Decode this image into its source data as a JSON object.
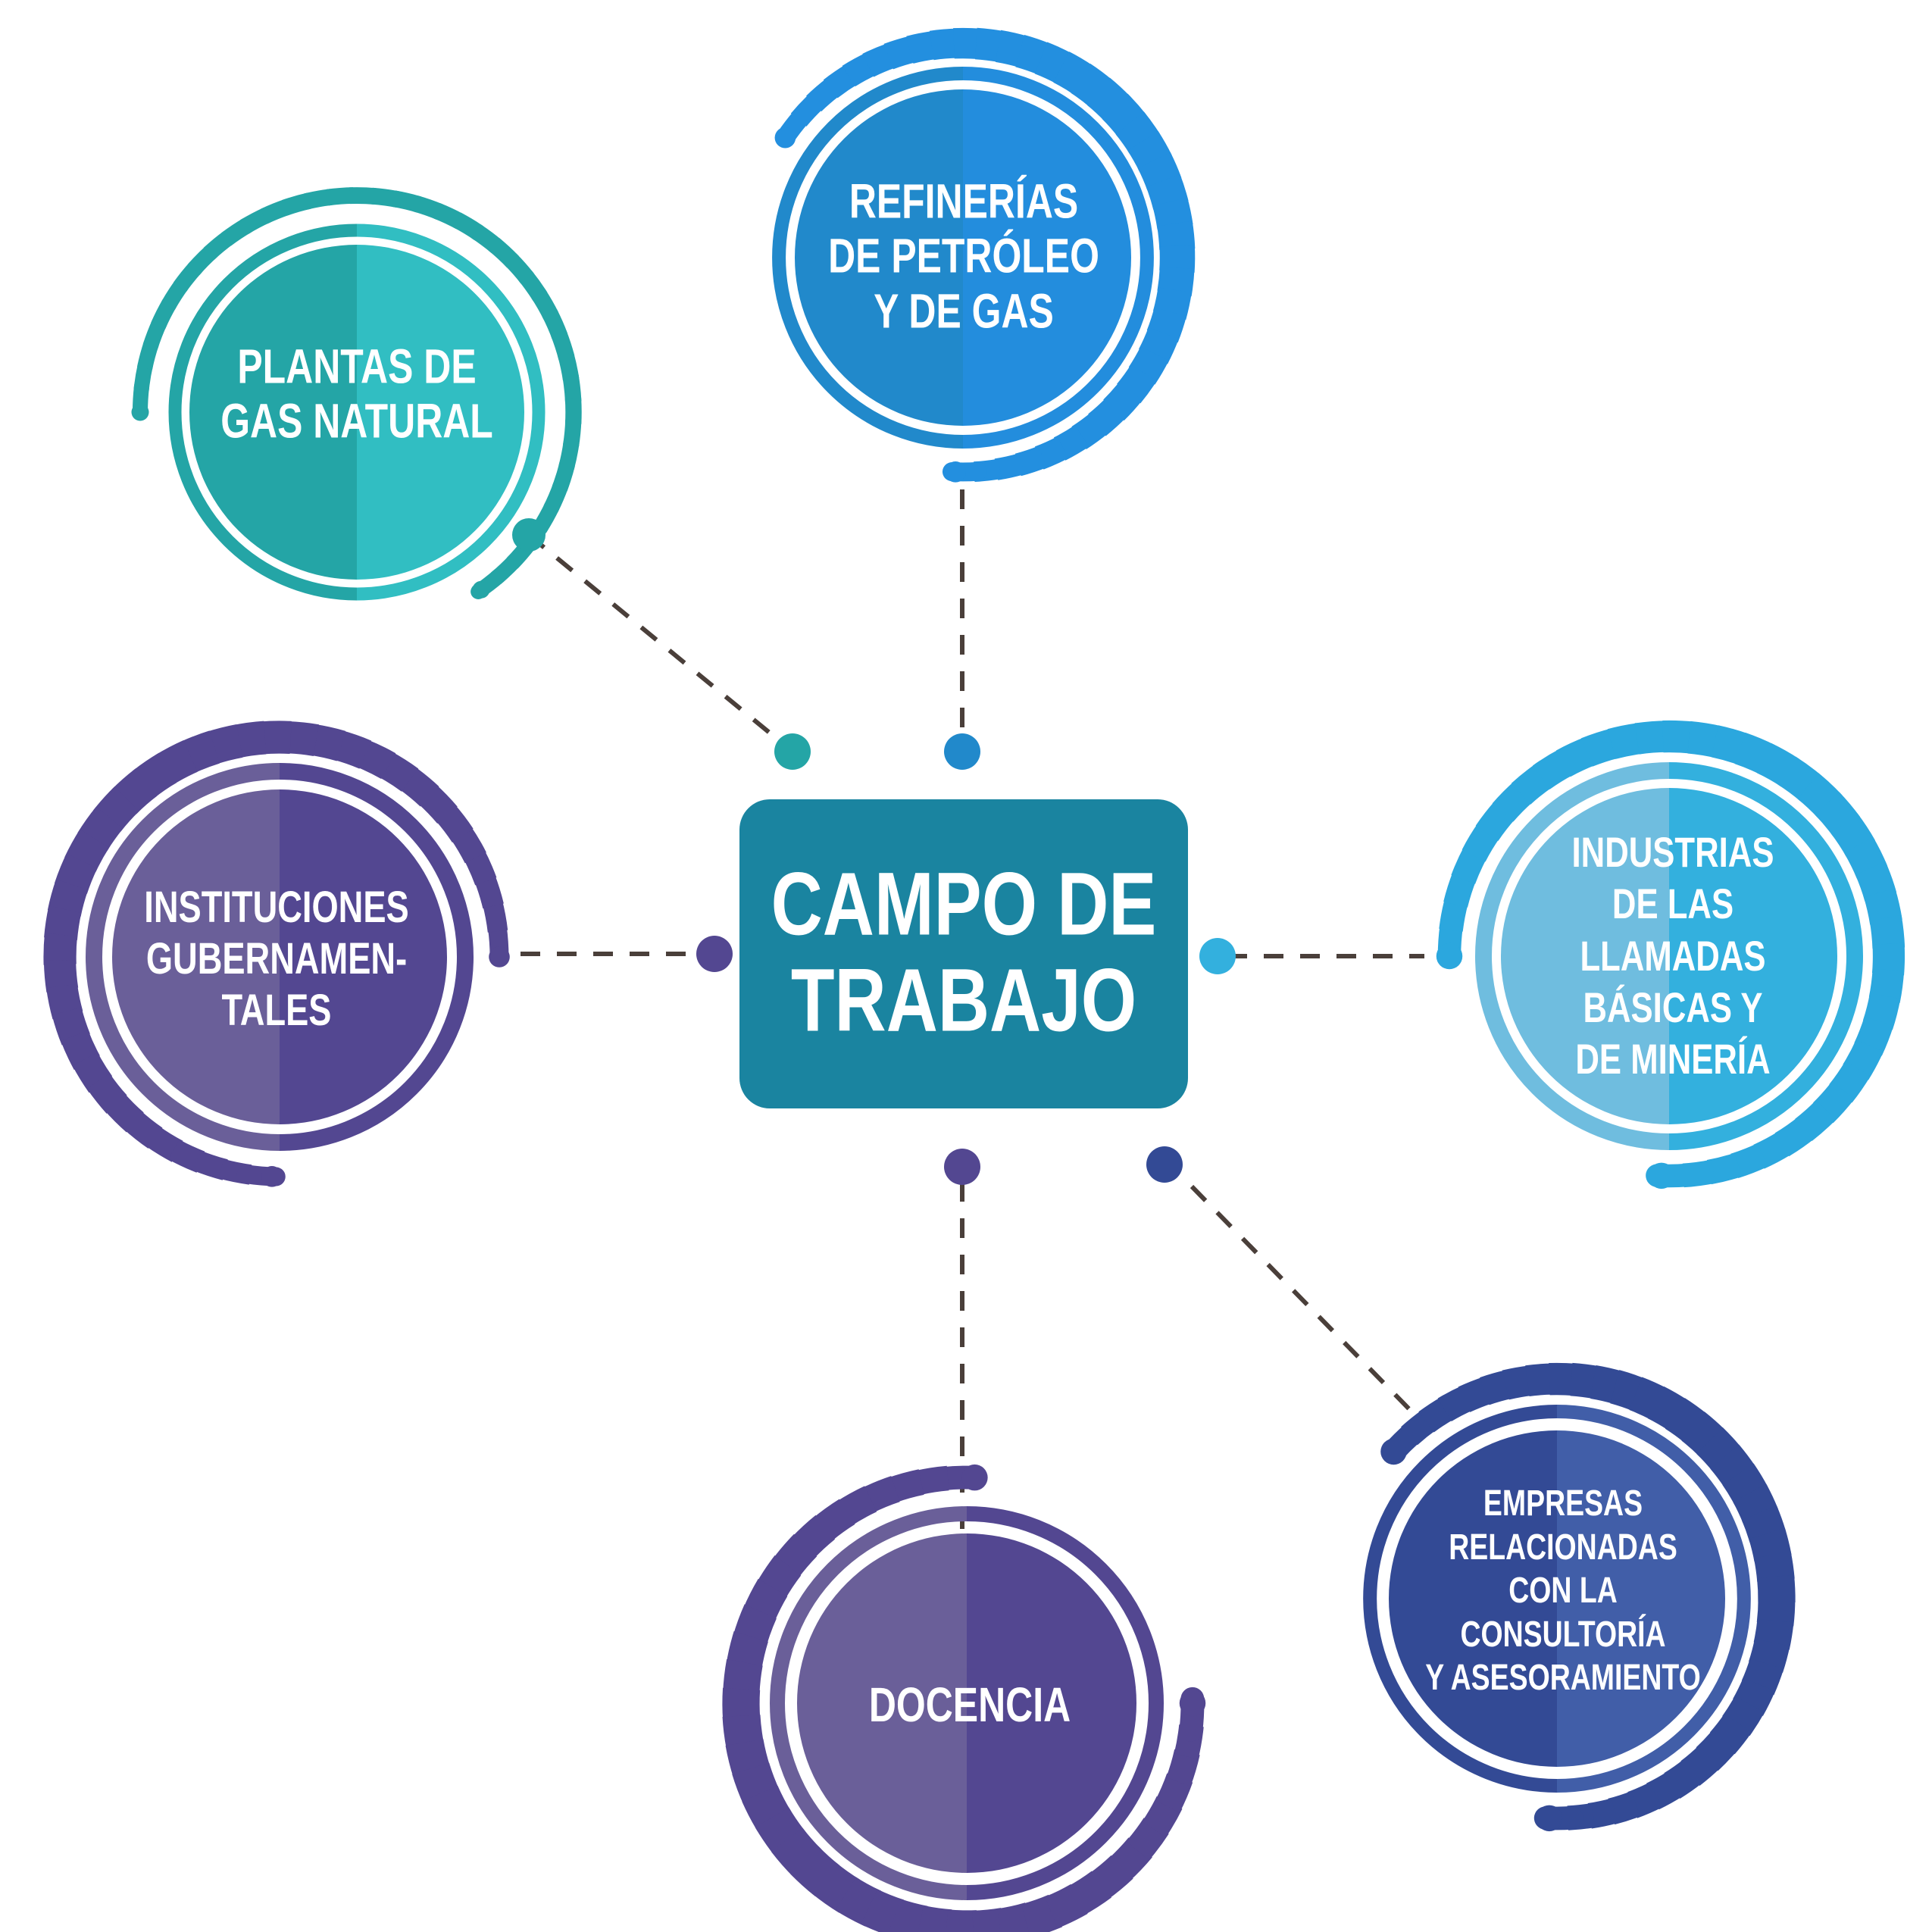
{
  "center": {
    "lines": [
      "CAMPO DE",
      "TRABAJO"
    ],
    "color": "#1a84a0"
  },
  "nodes": [
    {
      "id": "plantas",
      "lines": [
        "PLANTAS DE",
        "GAS NATURAL"
      ],
      "color_dark": "#24a5a6",
      "color_light": "#31bec2",
      "ring_color": "#24a5a6"
    },
    {
      "id": "refinerias",
      "lines": [
        "REFINERÍAS",
        "DE PETRÓLEO",
        "Y DE GAS"
      ],
      "color_dark": "#238ddd",
      "color_light": "#2189cb",
      "ring_color": "#238fdf"
    },
    {
      "id": "instituciones",
      "lines": [
        "INSTITUCIONES",
        "GUBERNAMEN-",
        "TALES"
      ],
      "color_dark": "#534791",
      "color_light": "#6a5f99",
      "ring_color": "#534791"
    },
    {
      "id": "industrias",
      "lines": [
        "INDUSTRIAS",
        "DE LAS",
        "LLAMADAS",
        "BÁSICAS Y",
        "DE MINERÍA"
      ],
      "color_dark": "#33b0de",
      "color_light": "#6fbddf",
      "ring_color": "#2ba7de"
    },
    {
      "id": "docencia",
      "lines": [
        "DOCENCIA"
      ],
      "color_dark": "#534791",
      "color_light": "#6a5f99",
      "ring_color": "#534791"
    },
    {
      "id": "empresas",
      "lines": [
        "EMPRESAS",
        "RELACIONADAS",
        "CON LA",
        "CONSULTORÍA",
        "Y ASESORAMIENTO"
      ],
      "color_dark": "#334a95",
      "color_light": "#415ea8",
      "ring_color": "#334a95"
    }
  ],
  "connector_color": "#4a3f3a"
}
